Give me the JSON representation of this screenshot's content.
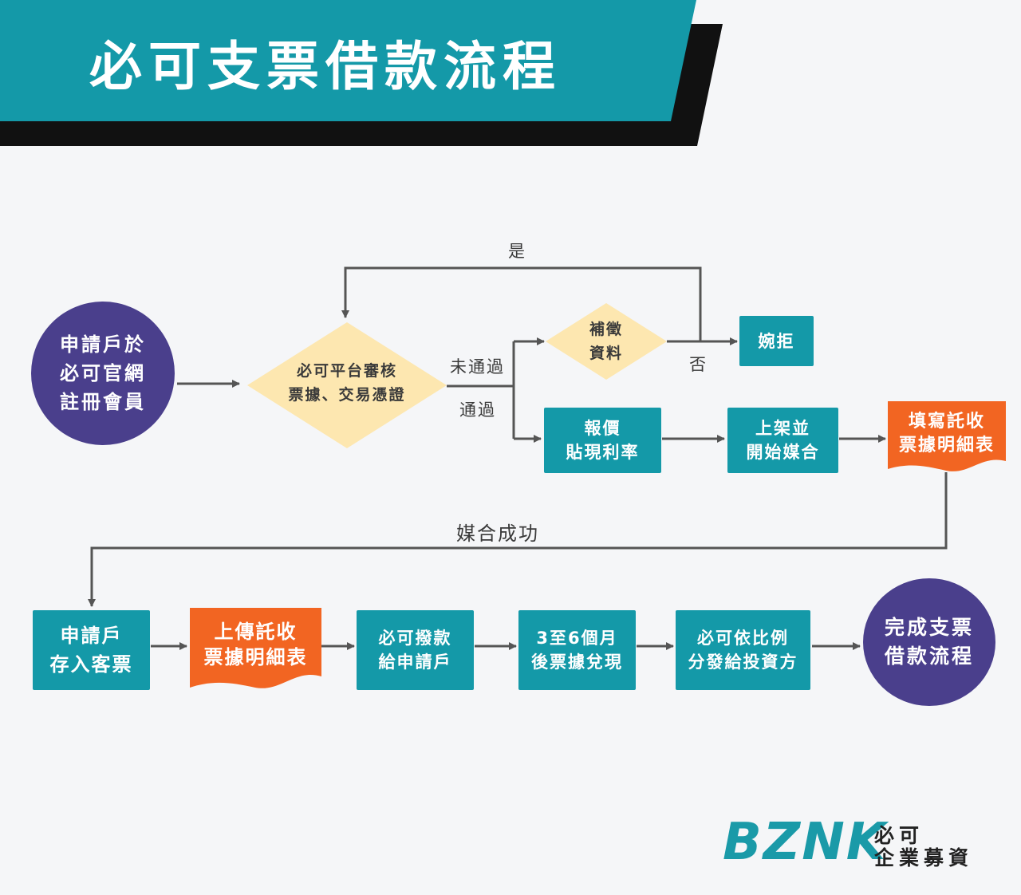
{
  "title": "必可支票借款流程",
  "colors": {
    "banner_teal": "#1499a8",
    "banner_shadow": "#111111",
    "node_purple": "#4a3f8c",
    "node_teal": "#1499a8",
    "node_orange": "#f26522",
    "diamond_yellow": "#fde7b0",
    "arrow_gray": "#555555",
    "background": "#f5f6f8"
  },
  "nodes": {
    "start": "申請戶於\n必可官網\n註冊會員",
    "review": "必可平台審核\n票據、交易憑證",
    "supplement": "補徵\n資料",
    "reject": "婉拒",
    "quote": "報價\n貼現利率",
    "listing": "上架並\n開始媒合",
    "fill_form": "填寫託收\n票據明細表",
    "deposit": "申請戶\n存入客票",
    "upload_form": "上傳託收\n票據明細表",
    "disburse": "必可撥款\n給申請戶",
    "redeem": "3至6個月\n後票據兌現",
    "distribute": "必可依比例\n分發給投資方",
    "finish": "完成支票\n借款流程"
  },
  "edge_labels": {
    "yes": "是",
    "no": "否",
    "not_passed": "未通過",
    "passed": "通過",
    "matched": "媒合成功"
  },
  "logo": {
    "mark": "BZNK",
    "line1": "必可",
    "line2": "企業募資"
  }
}
